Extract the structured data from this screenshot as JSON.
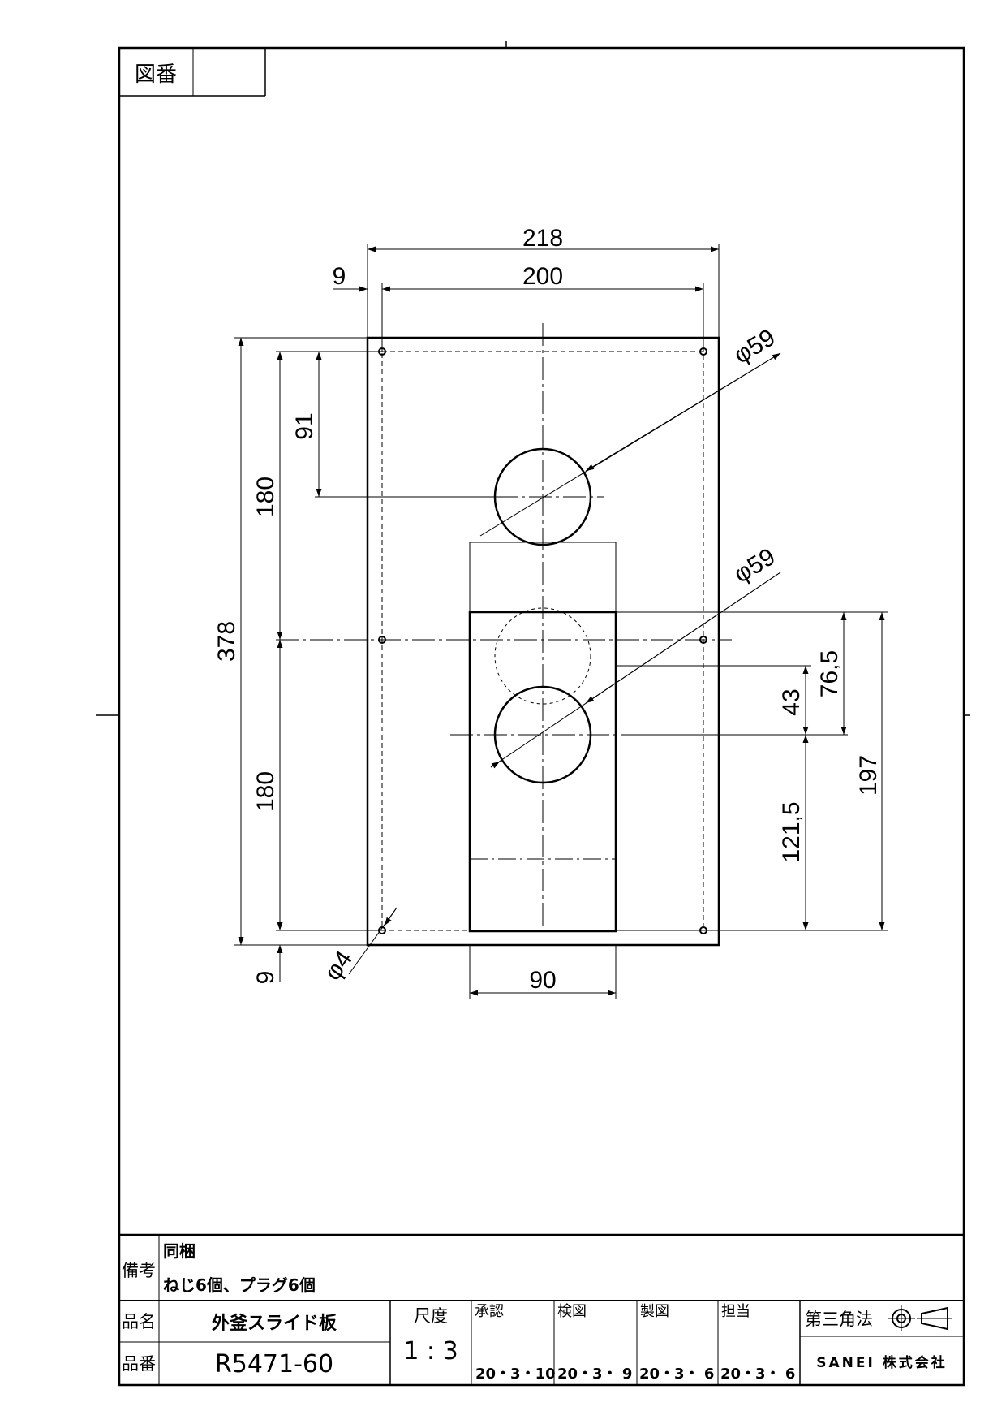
{
  "drawing_no_label": "図番",
  "drawing_no_value": "",
  "dimensions": {
    "overall_width": "218",
    "inner_width": "200",
    "edge_offset_top": "9",
    "hole_diameter_1": "φ59",
    "hole_diameter_2": "φ59",
    "center_offset": "91",
    "upper_pitch": "180",
    "lower_pitch": "180",
    "overall_height": "378",
    "slide_offset": "76,5",
    "slide_travel": "43",
    "lower_offset": "121,5",
    "slide_height": "197",
    "slide_width": "90",
    "edge_offset_bottom": "9",
    "screw_hole": "φ4"
  },
  "title_block": {
    "remarks_label": "備考",
    "remarks_line1": "同梱",
    "remarks_line2": "ねじ6個、プラグ6個",
    "part_name_label": "品名",
    "part_name": "外釜スライド板",
    "part_no_label": "品番",
    "part_no": "R5471-60",
    "scale_label": "尺度",
    "scale": "1 : 3",
    "approved_label": "承認",
    "approved_date": "20・3・10",
    "checked_label": "検図",
    "checked_date": "20・3・ 9",
    "drawn_label": "製図",
    "drawn_date": "20・3・ 6",
    "charge_label": "担当",
    "charge_date": "20・3・ 6",
    "projection_label": "第三角法",
    "company": "SANEI 株式会社"
  }
}
